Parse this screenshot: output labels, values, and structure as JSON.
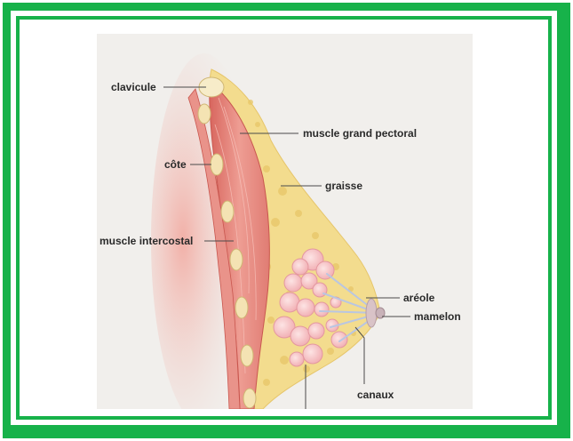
{
  "labels": {
    "clavicle": "clavicule",
    "pectoral": "muscle grand pectoral",
    "rib": "côte",
    "fat": "graisse",
    "intercostal": "muscle intercostal",
    "areola": "aréole",
    "nipple": "mamelon",
    "ducts": "canaux"
  },
  "colors": {
    "frame": "#17b24a",
    "background": "#f1efec",
    "fat": "#f3dc8e",
    "muscle": "#e58a80",
    "lobules": "#f6c6c9",
    "ducts": "#b9c6e2",
    "leader_line": "#4a4a4a"
  }
}
